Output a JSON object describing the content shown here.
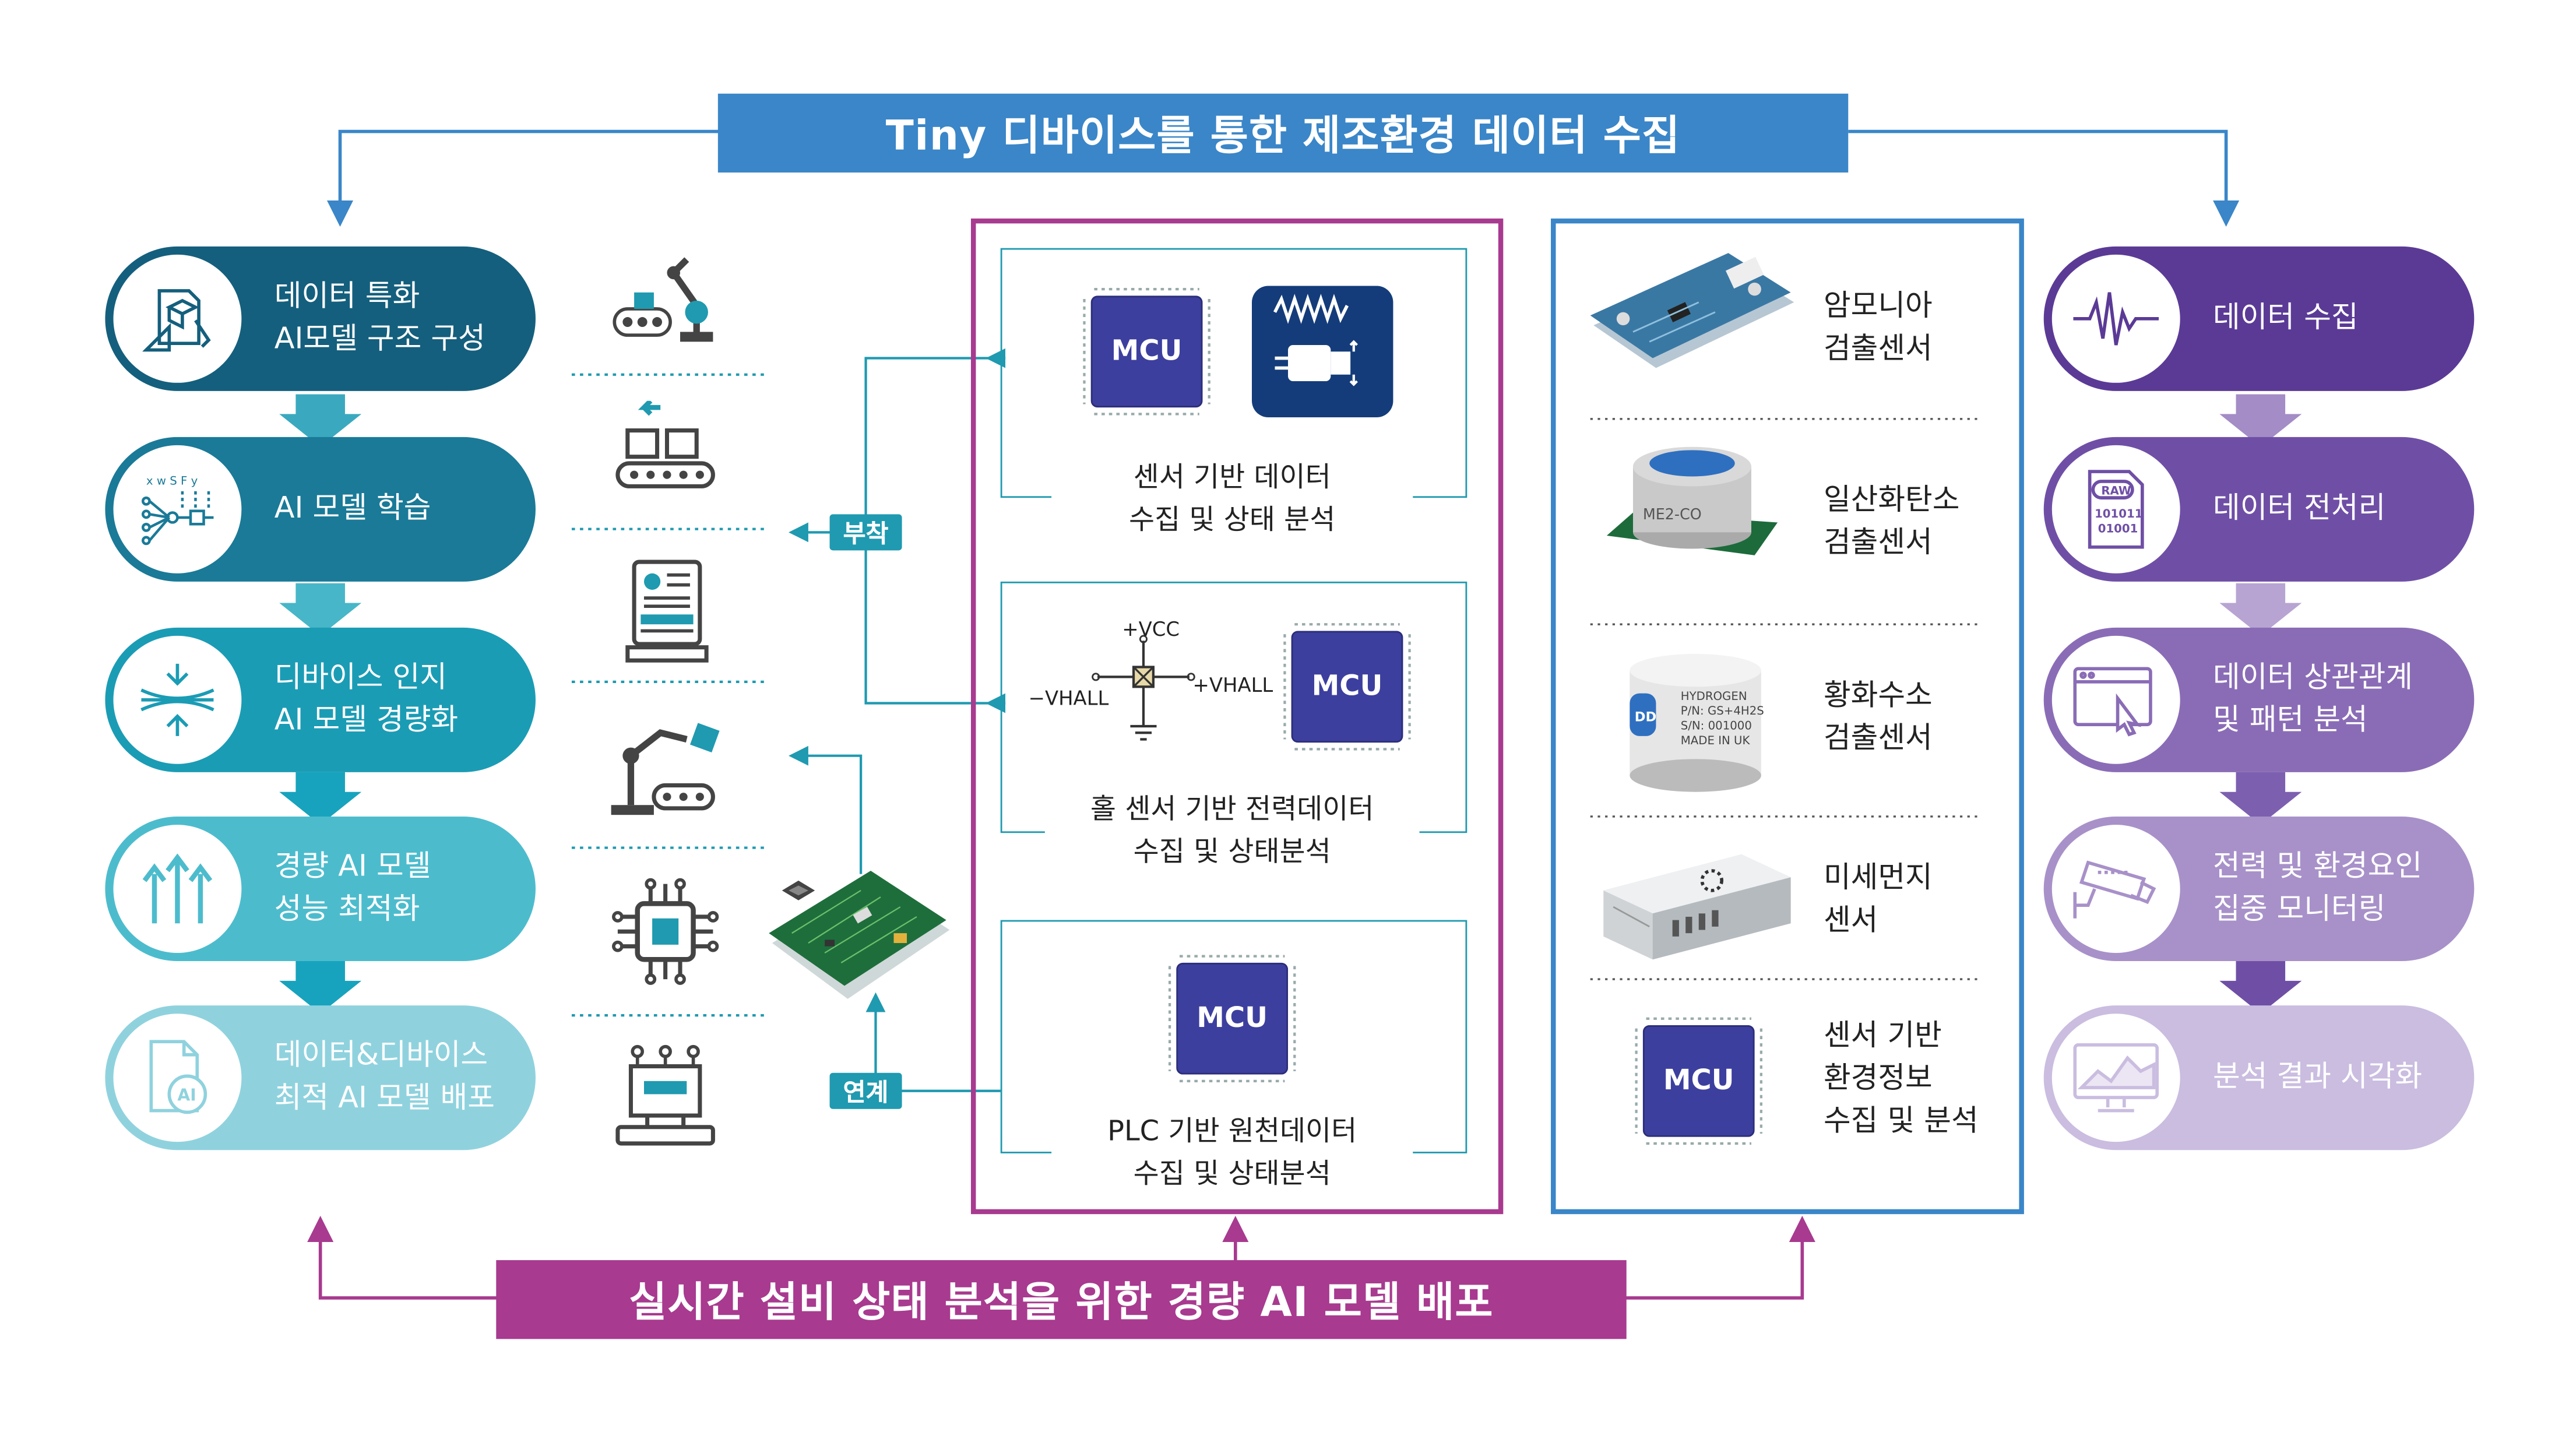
{
  "top_banner": {
    "title": "Tiny 디바이스를 통한 제조환경 데이터 수집",
    "color": "#3a86c8"
  },
  "bottom_banner": {
    "title": "실시간 설비 상태 분석을 위한 경량 AI 모델 배포",
    "color": "#a83a8f"
  },
  "left_steps": [
    {
      "label": "데이터 특화\nAI모델 구조 구성",
      "icon": "blueprint-icon",
      "color": "#145f7d"
    },
    {
      "label": "AI 모델 학습",
      "icon": "neural-network-icon",
      "color": "#1a7a98"
    },
    {
      "label": "디바이스 인지\nAI 모델 경량화",
      "icon": "compress-icon",
      "color": "#1b9cb5"
    },
    {
      "label": "경량 AI 모델\n성능 최적화",
      "icon": "arrows-up-icon",
      "color": "#4cbccd"
    },
    {
      "label": "데이터&디바이스\n최적 AI 모델 배포",
      "icon": "ai-file-icon",
      "color": "#8fd2de"
    }
  ],
  "middle_icons": [
    "robot-arm-conveyor-icon",
    "conveyor-box-icon",
    "machine-panel-icon",
    "robot-arm-icon",
    "processor-chip-icon",
    "press-machine-icon"
  ],
  "connectors": {
    "attach_label": "부착",
    "link_label": "연계"
  },
  "magenta_panel": {
    "border_color": "#a83a8f",
    "items": [
      {
        "chip": "MCU",
        "caption": "센서 기반 데이터\n수집 및 상태 분석",
        "extra_icon": "motor-wave-icon"
      },
      {
        "chip": "MCU",
        "caption": "홀 센서 기반 전력데이터\n수집 및 상태분석",
        "circuit": {
          "vcc": "+VCC",
          "vhall_neg": "−VHALL",
          "vhall_pos": "+VHALL"
        }
      },
      {
        "chip": "MCU",
        "caption": "PLC 기반 원천데이터\n수집 및 상태분석"
      }
    ]
  },
  "blue_panel": {
    "border_color": "#3a86c8",
    "sensors": [
      {
        "label": "암모니아\n검출센서",
        "image": "ammonia-sensor-board"
      },
      {
        "label": "일산화탄소\n검출센서",
        "image": "co-sensor",
        "print": "ME2-CO"
      },
      {
        "label": "황화수소\n검출센서",
        "image": "h2s-sensor",
        "print": "HYDROGEN\nP/N: GS+4H2S\nS/N: 001000\nMADE IN UK"
      },
      {
        "label": "미세먼지\n센서",
        "image": "dust-sensor"
      },
      {
        "label": "센서 기반\n환경정보\n수집 및 분석",
        "image": "mcu-chip",
        "chip": "MCU"
      }
    ]
  },
  "right_steps": [
    {
      "label": "데이터 수집",
      "icon": "waveform-icon",
      "color": "#5b3a96"
    },
    {
      "label": "데이터 전처리",
      "icon": "raw-file-icon",
      "color": "#6f4fa6",
      "raw": "RAW",
      "bits": "101011\n01001"
    },
    {
      "label": "데이터 상관관계\n및 패턴 분석",
      "icon": "browser-click-icon",
      "color": "#8a6cb6"
    },
    {
      "label": "전력 및 환경요인\n집중 모니터링",
      "icon": "cctv-icon",
      "color": "#a891c9"
    },
    {
      "label": "분석 결과 시각화",
      "icon": "monitor-chart-icon",
      "color": "#cabde0"
    }
  ]
}
